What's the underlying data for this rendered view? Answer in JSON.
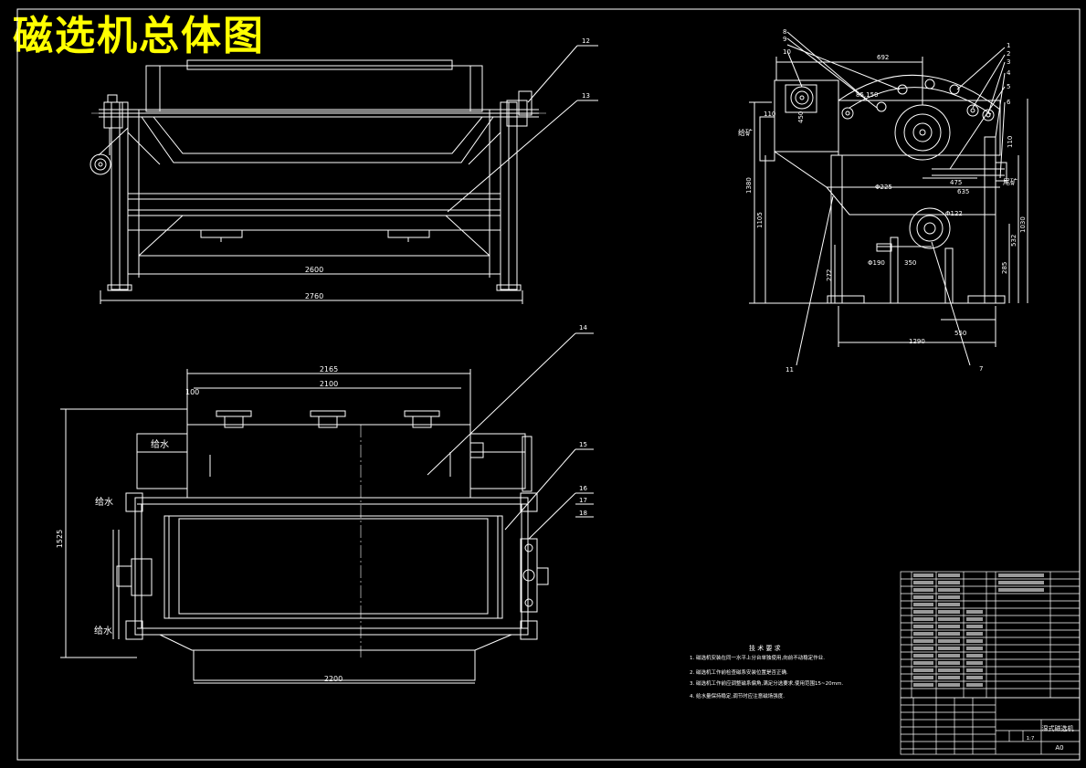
{
  "drawing": {
    "title": "磁选机总体图",
    "front_view": {
      "dims": {
        "inner_span": "2600",
        "overall_span": "2760"
      },
      "callouts": [
        "12",
        "13"
      ]
    },
    "side_view": {
      "dims": [
        "692",
        "110",
        "450",
        "85,150",
        "110",
        "475",
        "635",
        "Φ225",
        "Φ122",
        "Φ190",
        "350",
        "1380",
        "1105",
        "272",
        "532",
        "1030",
        "285",
        "550",
        "1290"
      ],
      "labels": {
        "feed": "给矿",
        "tail": "尾矿"
      },
      "callouts": [
        "1",
        "2",
        "3",
        "4",
        "5",
        "6",
        "7",
        "8",
        "9",
        "10",
        "11"
      ]
    },
    "plan_view": {
      "dims": {
        "width_top": "2165",
        "width_inner": "2100",
        "offset": "100",
        "bottom": "2200",
        "height": "1525"
      },
      "labels": {
        "water_top": "给水",
        "water_mid": "给水",
        "water_bottom": "给水"
      },
      "callouts": [
        "14",
        "15",
        "16",
        "17",
        "18"
      ]
    },
    "notes": {
      "heading": "技 术 要 求",
      "lines": [
        "1. 磁选机安装在同一水平上分台单独使用,向前不动稳定作业.",
        "2. 磁选机工作前检查磁系安装位置是否正确.",
        "3. 磁选机工作前应调整磁系偏角,满足分选要求,使用范围15~20mm.",
        "4. 给水量保持稳定,调节时应注意磁场强度."
      ]
    },
    "title_block": {
      "product_name": "湿式磁选机",
      "sheet_size": "A0",
      "scale": "1:7"
    }
  }
}
